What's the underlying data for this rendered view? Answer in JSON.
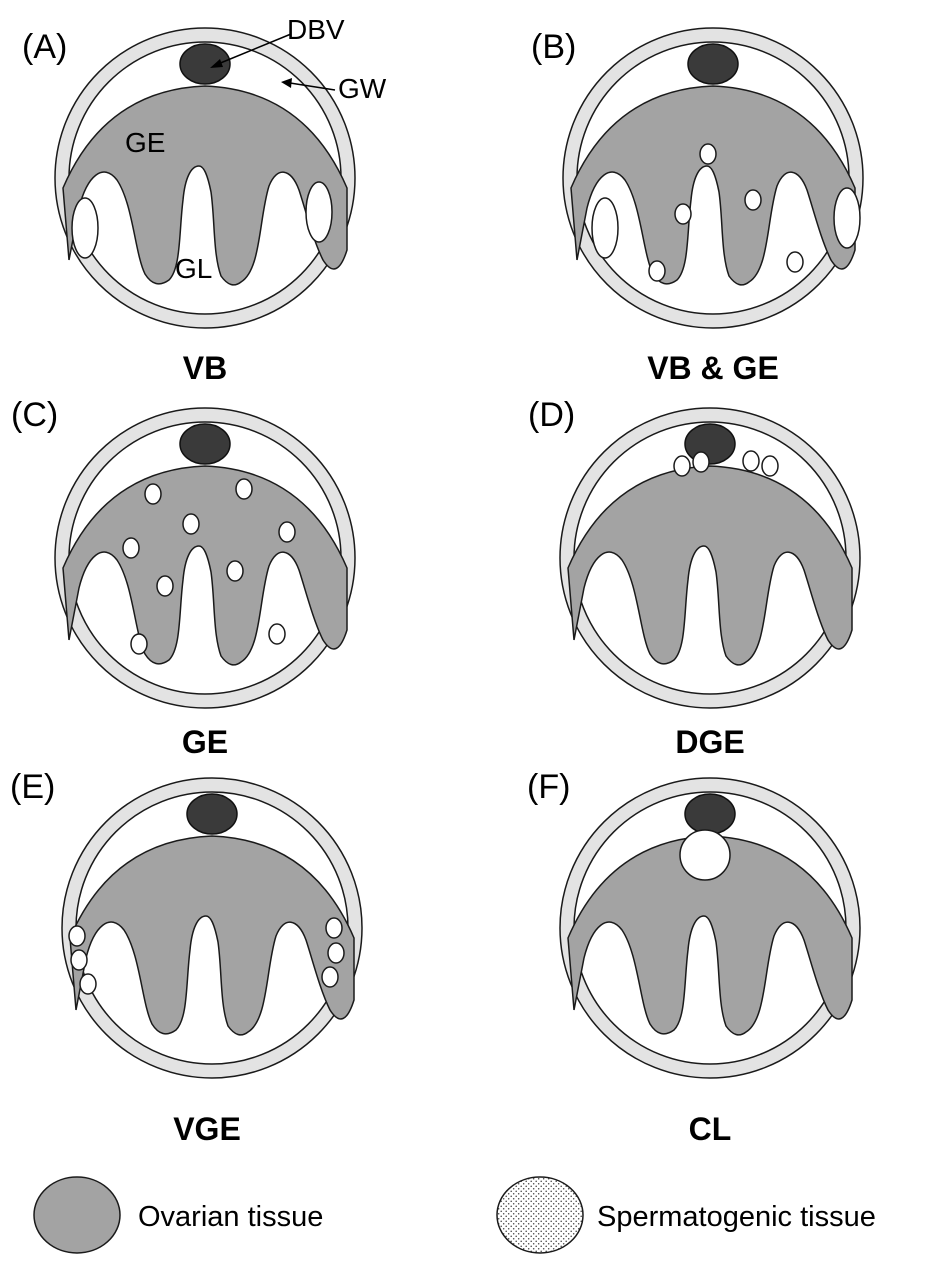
{
  "colors": {
    "wall": "#e3e3e3",
    "ovarian": "#a3a3a3",
    "dbv": "#3a3a3a",
    "lumen": "#ffffff",
    "outline": "#1a1a1a"
  },
  "panels": [
    {
      "letter": "(A)",
      "caption": "VB",
      "annotations": {
        "dbv": "DBV",
        "gw": "GW",
        "ge": "GE",
        "gl": "GL"
      }
    },
    {
      "letter": "(B)",
      "caption": "VB & GE"
    },
    {
      "letter": "(C)",
      "caption": "GE"
    },
    {
      "letter": "(D)",
      "caption": "DGE"
    },
    {
      "letter": "(E)",
      "caption": "VGE"
    },
    {
      "letter": "(F)",
      "caption": "CL"
    }
  ],
  "legend": {
    "ovarian": "Ovarian tissue",
    "spermatogenic": "Spermatogenic tissue"
  }
}
